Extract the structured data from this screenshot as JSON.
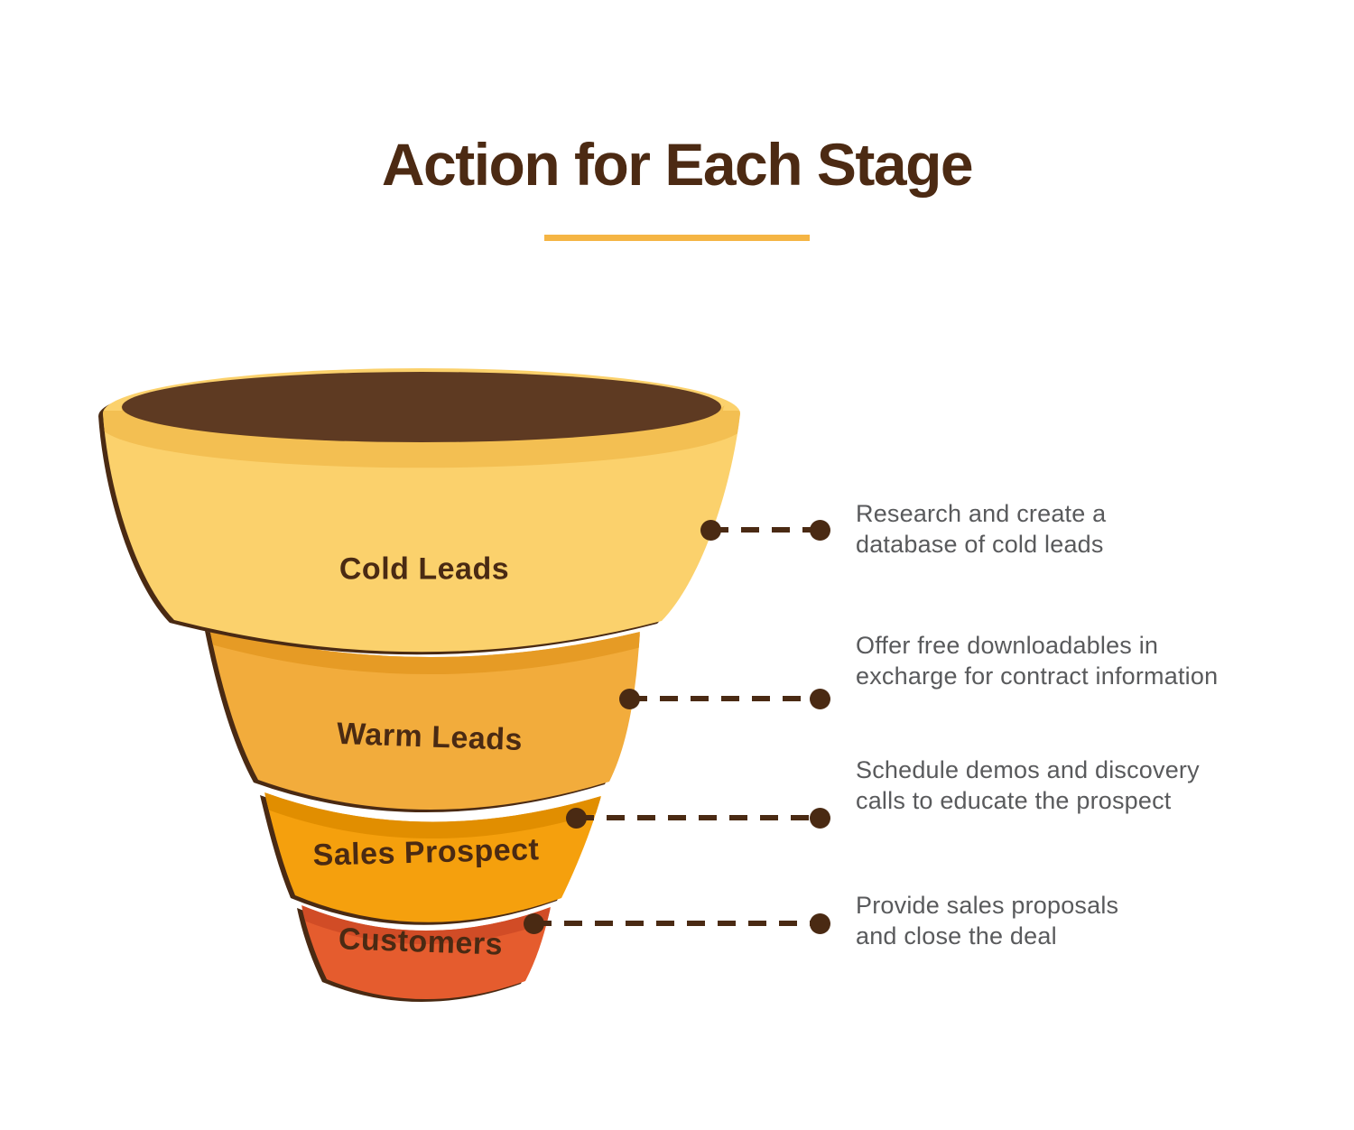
{
  "title": "Action for Each Stage",
  "stages": [
    {
      "label": "Cold Leads",
      "color": "#FBD16C",
      "shade": "#F3BF52",
      "action_line1": "Research and create a",
      "action_line2": "database of cold leads"
    },
    {
      "label": "Warm Leads",
      "color": "#F2AC3C",
      "shade": "#E69B25",
      "action_line1": "Offer free downloadables in",
      "action_line2": "excharge for contract information"
    },
    {
      "label": "Sales Prospect",
      "color": "#F5A00D",
      "shade": "#E18E00",
      "action_line1": "Schedule demos and discovery",
      "action_line2": "calls to educate the prospect"
    },
    {
      "label": "Customers",
      "color": "#E55C2E",
      "shade": "#D14C26",
      "action_line1": "Provide sales proposals",
      "action_line2": "and close the deal"
    }
  ],
  "colors": {
    "title_text": "#4C2A13",
    "title_underline": "#F5B544",
    "funnel_opening": "#5E3A22",
    "connector_brown": "#4A2A13",
    "description_text": "#595A5C",
    "background": "#FFFFFF"
  }
}
